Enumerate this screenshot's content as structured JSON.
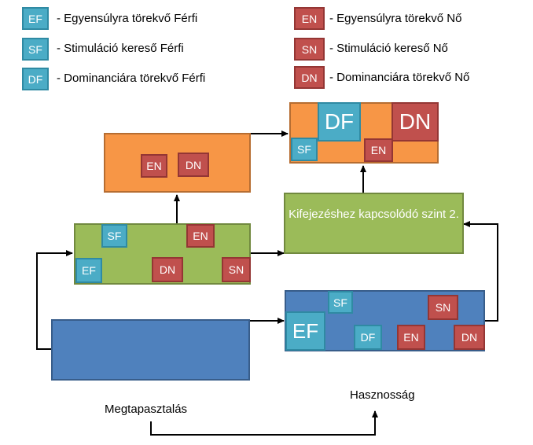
{
  "legend": [
    {
      "code": "EF",
      "text": "- Egyensúlyra törekvő Férfi"
    },
    {
      "code": "SF",
      "text": "- Stimuláció kereső Férfi"
    },
    {
      "code": "DF",
      "text": "- Dominanciára törekvő Férfi"
    },
    {
      "code": "EN",
      "text": "- Egyensúlyra törekvő Nő"
    },
    {
      "code": "SN",
      "text": "- Stimuláció kereső Nő"
    },
    {
      "code": "DN",
      "text": "- Dominanciára törekvő Nő"
    }
  ],
  "badges": {
    "EF": "EF",
    "SF": "SF",
    "DF": "DF",
    "EN": "EN",
    "SN": "SN",
    "DN": "DN"
  },
  "level2_box": {
    "text": "Kifejezéshez kapcsolódó szint 2."
  },
  "labels": {
    "experience": "Megtapasztalás",
    "utility": "Hasznosság"
  },
  "colors": {
    "teal": "#4bacc6",
    "red": "#c0504d",
    "orange": "#f79646",
    "green": "#9bbb59",
    "blue": "#4f81bd"
  }
}
